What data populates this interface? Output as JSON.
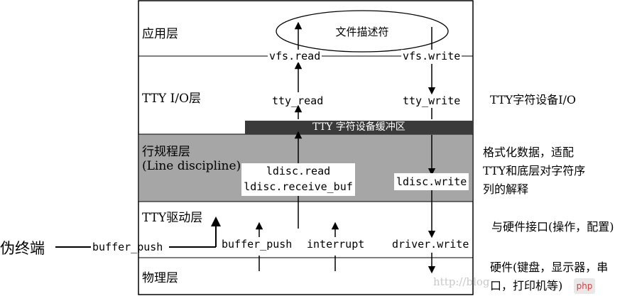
{
  "layers": {
    "app": "应用层",
    "tty_io": "TTY I/O层",
    "ldisc_line1": "行规程层",
    "ldisc_line2": "(Line discipline)",
    "driver": "TTY驱动层",
    "physical": "物理层"
  },
  "file_descriptor": "文件描述符",
  "labels": {
    "vfs_read": "vfs.read",
    "vfs_write": "vfs.write",
    "tty_read": "tty_read",
    "tty_write": "tty_write",
    "tty_buffer": "TTY 字符设备缓冲区",
    "ldisc_read": "ldisc.read",
    "ldisc_receive_buf": "ldisc.receive_buf",
    "ldisc_write": "ldisc.write",
    "buffer_push_outer": "buffer_push",
    "buffer_push_inner": "buffer_push",
    "interrupt": "interrupt",
    "driver_write": "driver.write"
  },
  "pseudo_terminal": "伪终端",
  "side_notes": {
    "tty_char_device": "TTY字符设备I/O",
    "ldisc_note_1": "格式化数据，适配",
    "ldisc_note_2": "TTY和底层对字符序",
    "ldisc_note_3": "列的解释",
    "driver_note": "与硬件接口(操作，配置)",
    "hw_note_1": "硬件(键盘，显示器，串",
    "hw_note_2": "口，打印机等)"
  },
  "watermark": "http://blog",
  "colors": {
    "ldisc_band": "#a6a6a6",
    "buffer_bar": "#3a3a3a",
    "line": "#000000"
  }
}
